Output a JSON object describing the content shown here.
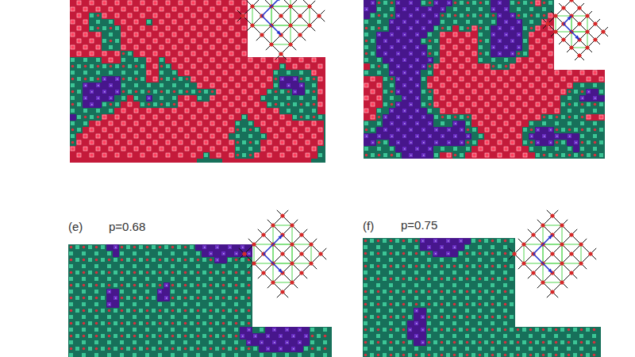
{
  "diagram": {
    "labels": [
      "(e)",
      "p=0.68",
      "(f)",
      "p=0.75"
    ]
  }
}
